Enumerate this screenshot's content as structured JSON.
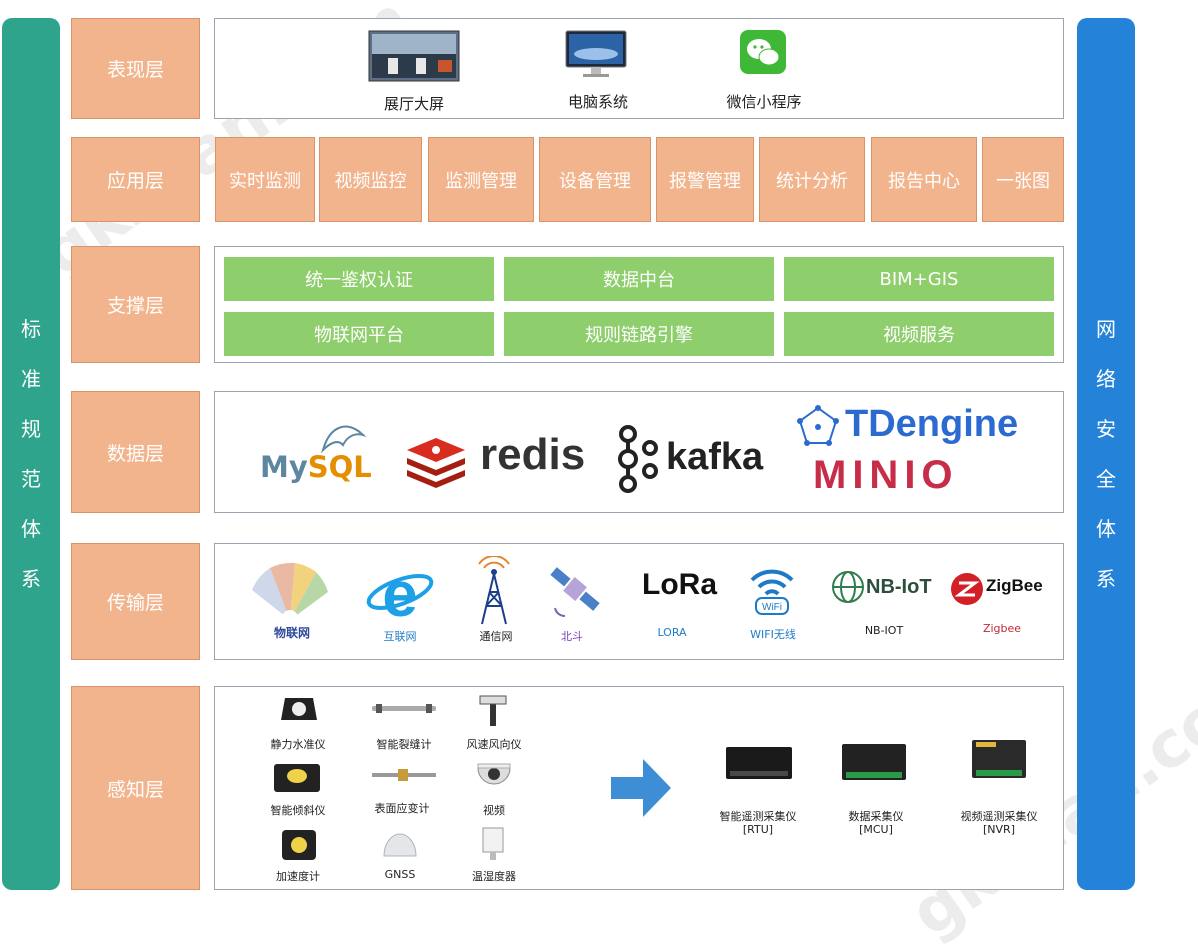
{
  "left_bar": {
    "chars": [
      "标",
      "准",
      "规",
      "范",
      "体",
      "系"
    ]
  },
  "right_bar": {
    "chars": [
      "网",
      "络",
      "安",
      "全",
      "体",
      "系"
    ]
  },
  "layers": {
    "presentation": "表现层",
    "application": "应用层",
    "support": "支撑层",
    "data": "数据层",
    "transport": "传输层",
    "perception": "感知层"
  },
  "presentation_items": [
    "展厅大屏",
    "电脑系统",
    "微信小程序"
  ],
  "application_items": [
    "实时监测",
    "视频监控",
    "监测管理",
    "设备管理",
    "报警管理",
    "统计分析",
    "报告中心",
    "一张图"
  ],
  "support_items": [
    "统一鉴权认证",
    "数据中台",
    "BIM+GIS",
    "物联网平台",
    "规则链路引擎",
    "视频服务"
  ],
  "data_logos": {
    "mysql": "MySQL",
    "redis": "redis",
    "kafka": "kafka",
    "tdengine": "TDengine",
    "minio": "MINIO"
  },
  "transport_items": [
    {
      "label": "物联网",
      "icon": "iot-fan-icon"
    },
    {
      "label": "互联网",
      "icon": "ie-icon"
    },
    {
      "label": "通信网",
      "icon": "tower-icon"
    },
    {
      "label": "北斗",
      "icon": "satellite-icon"
    },
    {
      "label": "LORA",
      "logo": "LoRa"
    },
    {
      "label": "WIFI无线",
      "icon": "wifi-icon"
    },
    {
      "label": "NB-IOT",
      "logo": "NB-IoT"
    },
    {
      "label": "Zigbee",
      "logo": "ZigBee"
    }
  ],
  "sensors": [
    "静力水准仪",
    "智能裂缝计",
    "风速风向仪",
    "智能倾斜仪",
    "表面应变计",
    "视频",
    "加速度计",
    "GNSS",
    "温湿度器"
  ],
  "collectors": [
    {
      "name": "智能遥测采集仪",
      "code": "[RTU]"
    },
    {
      "name": "数据采集仪",
      "code": "[MCU]"
    },
    {
      "name": "视频遥测采集仪",
      "code": "[NVR]"
    }
  ],
  "colors": {
    "left_bar": "#2fa48c",
    "right_bar": "#2483d8",
    "layer": "#f2b48c",
    "support": "#8fce6d"
  }
}
